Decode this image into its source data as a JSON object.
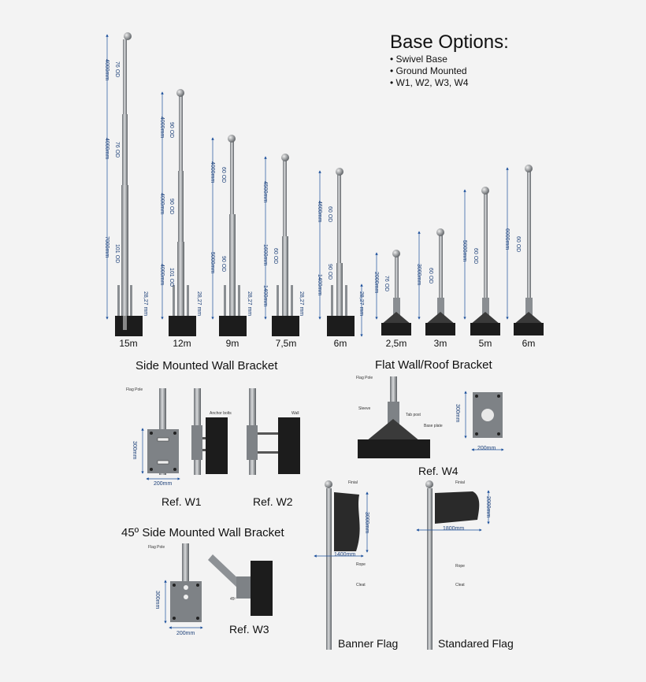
{
  "base_options": {
    "title": "Base Options:",
    "items": [
      "Swivel Base",
      "Ground Mounted",
      "W1, W2, W3, W4"
    ]
  },
  "poles": {
    "telescopic": [
      "15m",
      "12m",
      "9m",
      "7,5m",
      "6m"
    ],
    "single": [
      "2,5m",
      "3m",
      "5m",
      "6m"
    ],
    "dimensions": {
      "p15": [
        "4000mm",
        "4000mm",
        "7000mm"
      ],
      "p12": [
        "4000mm",
        "4000mm",
        "4000mm"
      ],
      "p9": [
        "4000mm",
        "5000mm"
      ],
      "p75": [
        "4500mm",
        "1600mm",
        "1400mm"
      ],
      "p6": [
        "4600mm",
        "1400mm"
      ],
      "s25": "2000mm",
      "s3": "3000mm",
      "s5": "5000mm",
      "s6": "6000mm",
      "base_height": "28,27 mm",
      "od": [
        "76 OD",
        "76 OD",
        "101 OD",
        "90 OD",
        "90 OD",
        "101 OD",
        "60 OD",
        "90 OD",
        "60 OD",
        "60 OD",
        "90 OD",
        "76 OD",
        "60 OD",
        "60 OD",
        "60 OD"
      ]
    }
  },
  "sections": {
    "side": "Side Mounted Wall Bracket",
    "flat": "Flat Wall/Roof Bracket",
    "side45": "45º Side Mounted Wall Bracket"
  },
  "refs": {
    "w1": "Ref. W1",
    "w2": "Ref. W2",
    "w3": "Ref. W3",
    "w4": "Ref. W4"
  },
  "bracket_dims": {
    "height": "300mm",
    "width": "200mm",
    "angle": "45º"
  },
  "callouts": {
    "flag_pole": "Flag Pole",
    "anchor_bolts": "Anchor bolts",
    "wall": "Wall",
    "sleeve": "Sleeve",
    "tab_post": "Tab post",
    "base_plate": "Base plate",
    "rope": "Rope",
    "cleat": "Cleat"
  },
  "flags": {
    "banner": "Banner Flag",
    "standard": "Standared Flag",
    "banner_height": "3000mm",
    "banner_width": "1400mm",
    "standard_height": "2000mm",
    "standard_width": "1800mm",
    "finial": "Finial"
  }
}
